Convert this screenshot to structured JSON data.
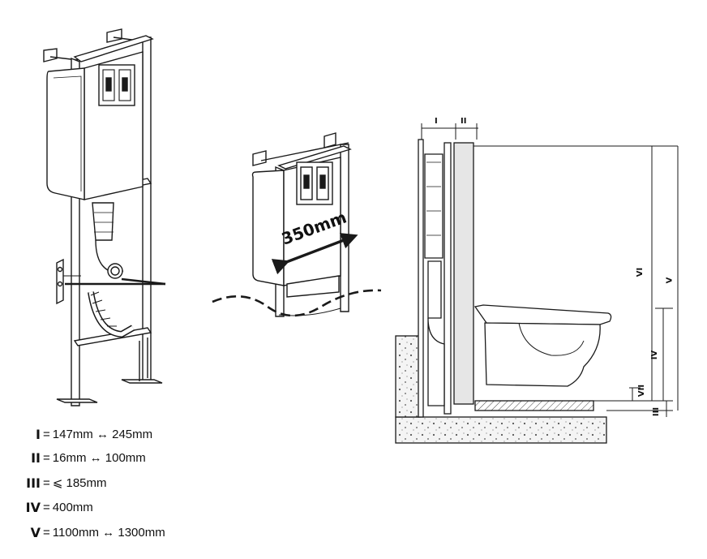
{
  "callout": {
    "width_text": "350mm"
  },
  "dimension_labels": {
    "I": "I",
    "II": "II",
    "III": "III",
    "IV": "IV",
    "V": "V",
    "VI": "VI",
    "VII": "VII"
  },
  "legend": [
    {
      "symbol": "I",
      "eq": "=",
      "text": "147mm ↔ 245mm"
    },
    {
      "symbol": "II",
      "eq": "=",
      "text": "16mm ↔ 100mm"
    },
    {
      "symbol": "III",
      "eq": "=",
      "text": "⩽ 185mm"
    },
    {
      "symbol": "IV",
      "eq": "=",
      "text": "400mm"
    },
    {
      "symbol": "V",
      "eq": "=",
      "text": "1100mm ↔ 1300mm"
    }
  ],
  "colors": {
    "line": "#1a1a1a",
    "concrete": "#d9d9d9",
    "wall_fill": "#e6e6e6"
  }
}
